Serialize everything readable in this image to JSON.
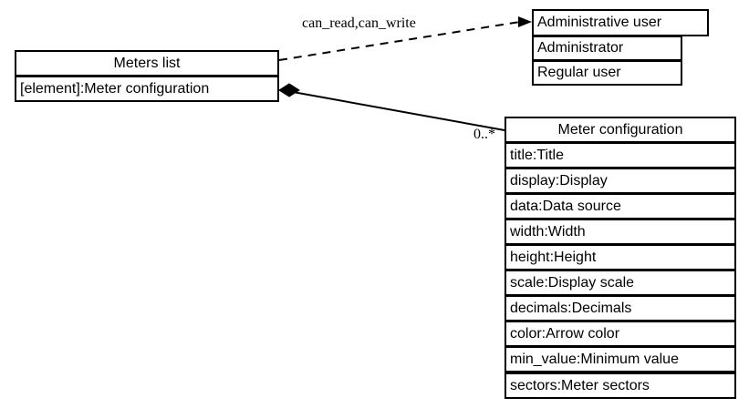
{
  "diagram": {
    "type": "uml-class-diagram",
    "background_color": "#ffffff",
    "stroke_color": "#000000",
    "classes": [
      {
        "id": "meters-list",
        "title": "Meters list",
        "attributes": [
          "[element]:Meter configuration"
        ]
      },
      {
        "id": "administrative-user",
        "title": "Administrative user",
        "attributes": [
          "Administrator",
          "Regular user"
        ]
      },
      {
        "id": "meter-configuration",
        "title": "Meter configuration",
        "attributes": [
          "title:Title",
          "display:Display",
          "data:Data source",
          "width:Width",
          "height:Height",
          "scale:Display scale",
          "decimals:Decimals",
          "color:Arrow color",
          "min_value:Minimum value",
          "sectors:Meter sectors"
        ]
      }
    ],
    "edges": [
      {
        "id": "permission-edge",
        "from": "meters-list",
        "to": "administrative-user",
        "style": "dashed",
        "arrow": "open-arrow",
        "label": "can_read,can_write"
      },
      {
        "id": "composition-edge",
        "from": "meters-list",
        "to": "meter-configuration",
        "style": "solid",
        "arrow": "filled-diamond",
        "label": "0..*"
      }
    ]
  }
}
